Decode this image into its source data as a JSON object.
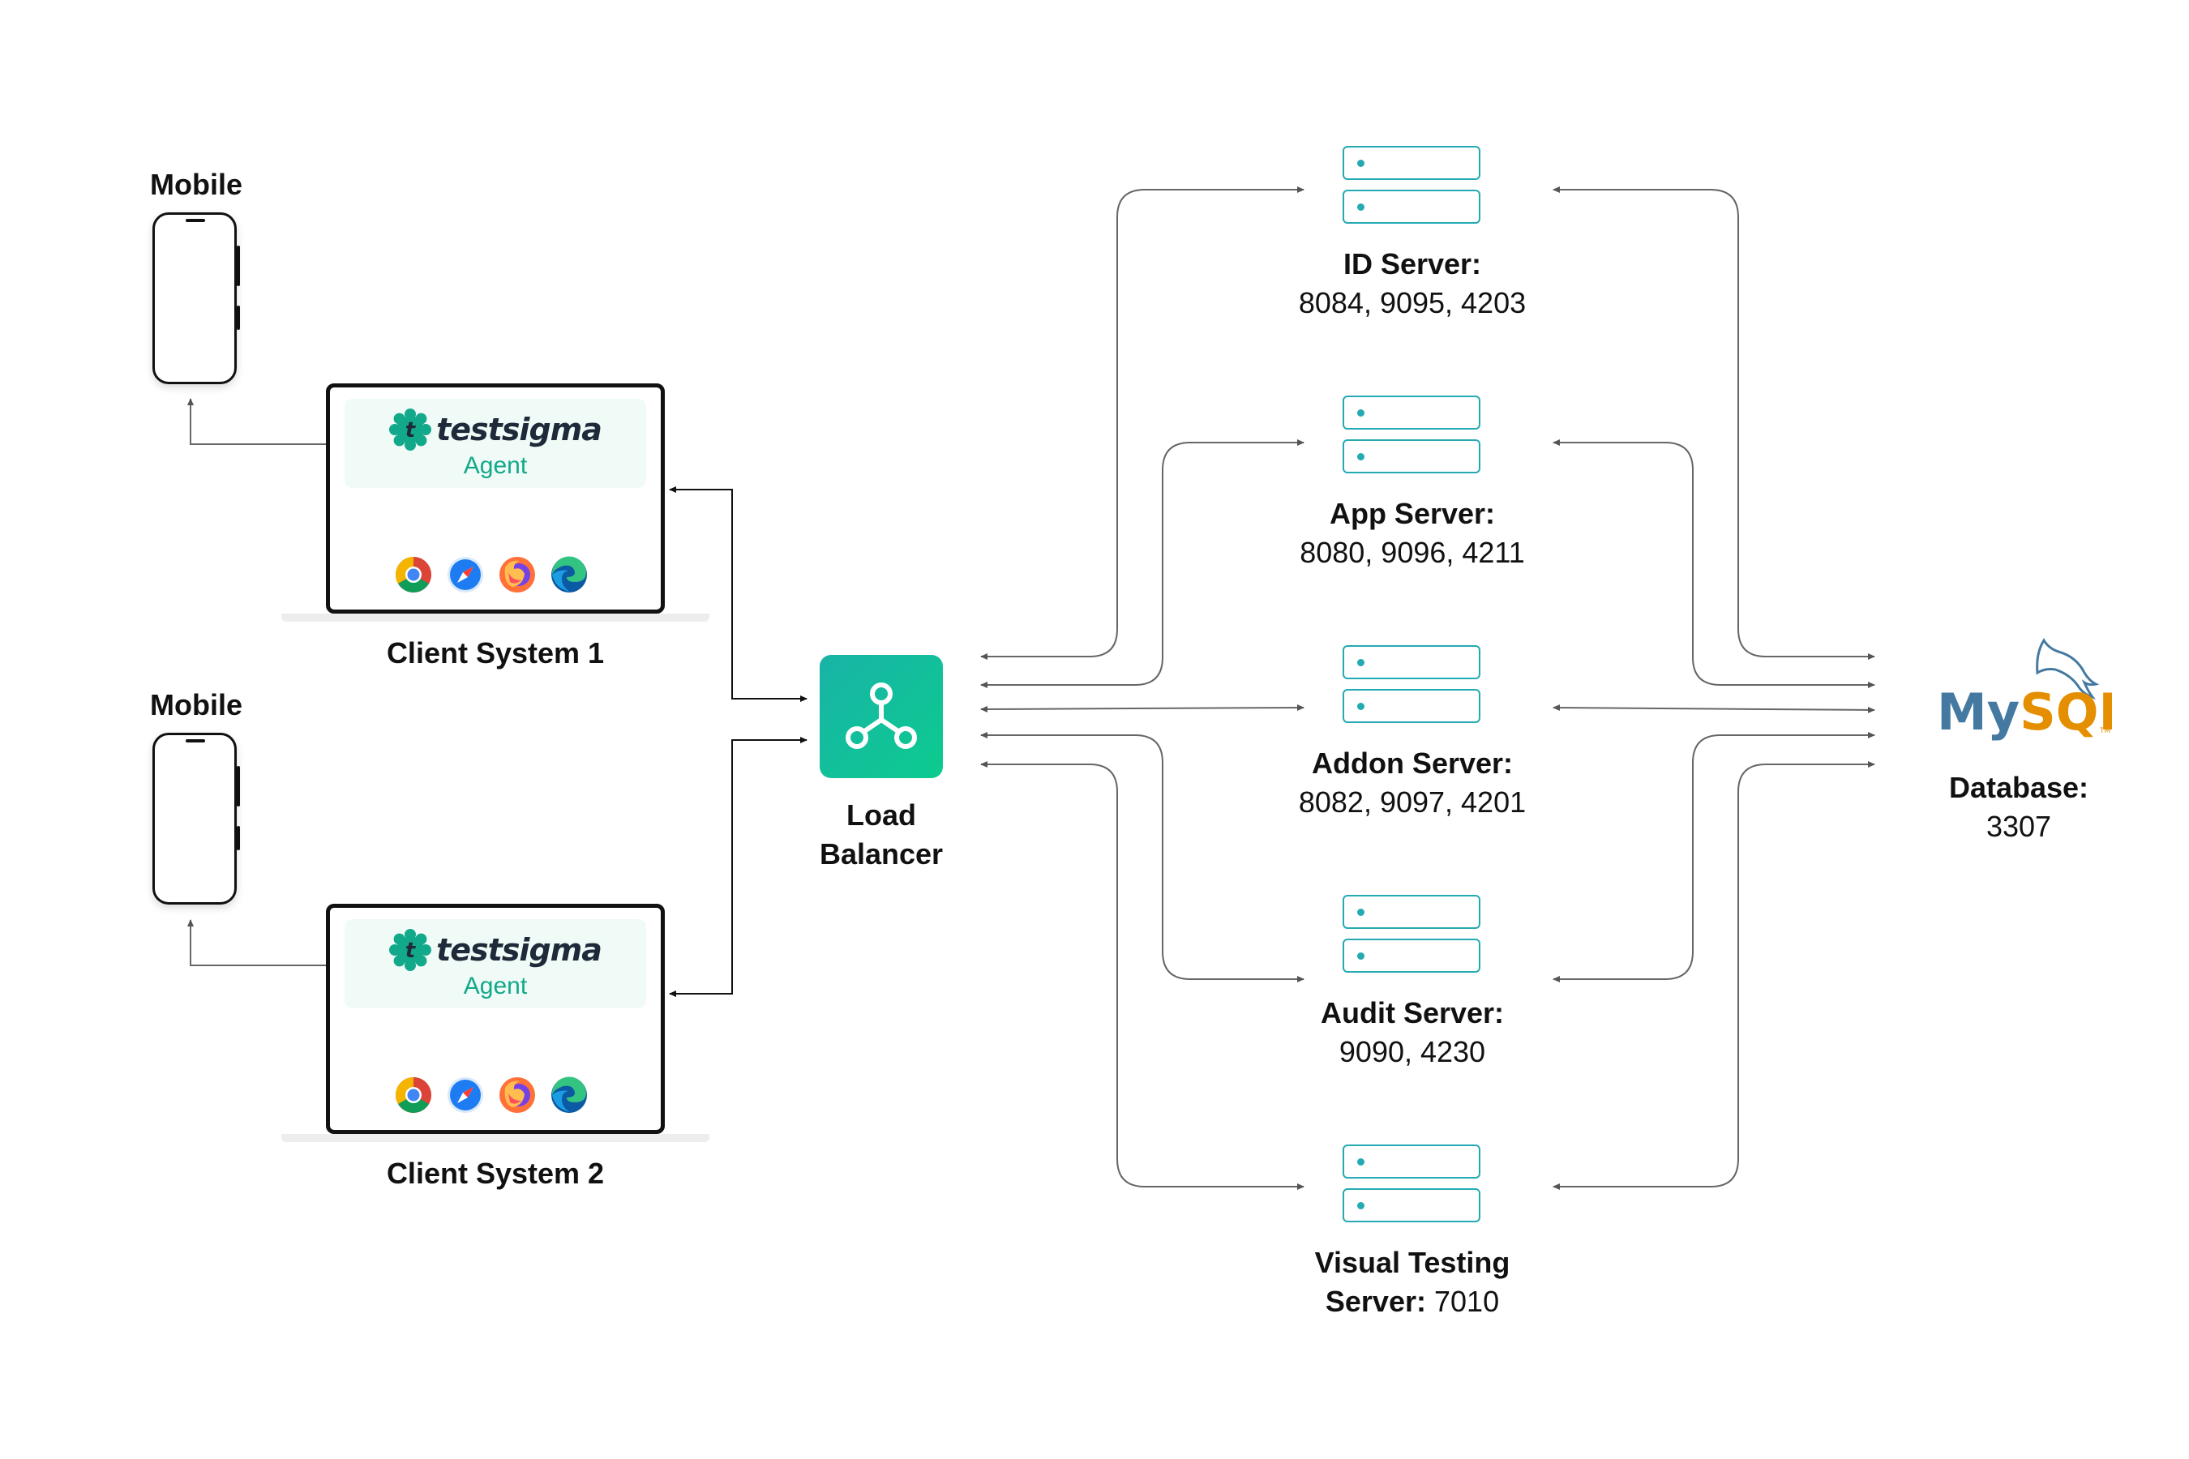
{
  "mobile_1": {
    "label": "Mobile"
  },
  "mobile_2": {
    "label": "Mobile"
  },
  "client_1": {
    "label": "Client System 1",
    "brand": "testsigma",
    "agent": "Agent"
  },
  "client_2": {
    "label": "Client System 2",
    "brand": "testsigma",
    "agent": "Agent"
  },
  "browsers": [
    "chrome-icon",
    "safari-icon",
    "firefox-icon",
    "edge-icon"
  ],
  "load_balancer": {
    "line1": "Load",
    "line2": "Balancer"
  },
  "servers": [
    {
      "name": "ID Server:",
      "ports": "8084, 9095, 4203"
    },
    {
      "name": "App Server:",
      "ports": "8080, 9096, 4211"
    },
    {
      "name": "Addon Server:",
      "ports": "8082, 9097, 4201"
    },
    {
      "name": "Audit Server:",
      "ports": "9090, 4230"
    },
    {
      "name_line1": "Visual Testing",
      "name_line2": "Server:",
      "ports": "7010"
    }
  ],
  "database": {
    "logo": "MySQL",
    "name": "Database:",
    "port": "3307"
  },
  "colors": {
    "brand_teal": "#12a98a",
    "server_outline": "#24aab3",
    "mysql_blue": "#4479a1",
    "mysql_orange": "#e48e00"
  }
}
